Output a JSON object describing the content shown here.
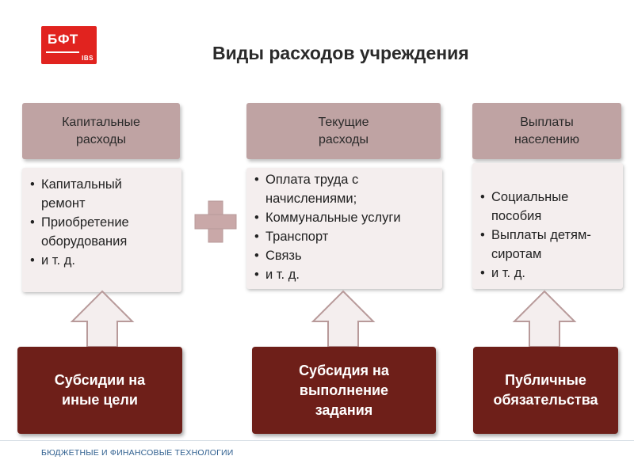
{
  "logo": {
    "main": "БФТ",
    "sub": "IBS"
  },
  "title": "Виды расходов учреждения",
  "columns": [
    {
      "header_line1": "Капитальные",
      "header_line2": "расходы",
      "items": [
        "Капитальный ремонт",
        "Приобретение оборудования",
        "и т. д."
      ],
      "bottom_line1": "Субсидии на",
      "bottom_line2": "иные цели",
      "bottom_line3": ""
    },
    {
      "header_line1": "Текущие",
      "header_line2": "расходы",
      "items": [
        "Оплата труда с начислениями;",
        "Коммунальные услуги",
        "Транспорт",
        "Связь",
        "и т. д."
      ],
      "bottom_line1": "Субсидия на",
      "bottom_line2": "выполнение",
      "bottom_line3": "задания"
    },
    {
      "header_line1": "Выплаты",
      "header_line2": "населению",
      "items": [
        "Социальные пособия",
        "Выплаты детям-сиротам",
        "и т. д."
      ],
      "bottom_line1": "Публичные",
      "bottom_line2": "обязательства",
      "bottom_line3": ""
    }
  ],
  "footer": "БЮДЖЕТНЫЕ И ФИНАНСОВЫЕ ТЕХНОЛОГИИ",
  "colors": {
    "header_fill": "#bfa3a3",
    "list_fill": "#f4eeee",
    "bottom_fill": "#6e1f19",
    "arrow_fill": "#f4eeee",
    "arrow_stroke": "#b89a9a",
    "plus_fill": "#c9a8a8",
    "logo_red": "#e1231f"
  },
  "icons": {
    "plus": "plus-icon",
    "arrows": "up-arrow-icon"
  }
}
